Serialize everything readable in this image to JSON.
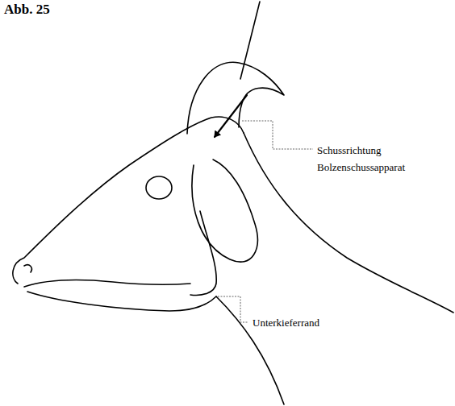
{
  "diagram": {
    "title": "Abb. 25",
    "labels": [
      "Schussrichtung Bolzenschussapparat",
      "Unterkieferrand"
    ]
  }
}
